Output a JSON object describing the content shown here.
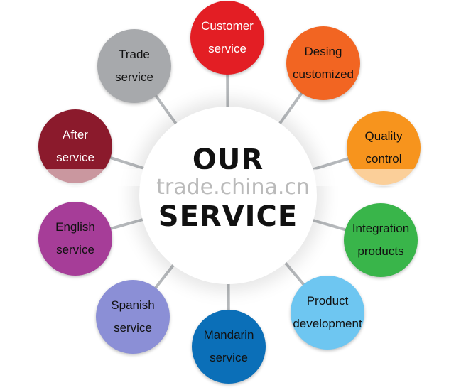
{
  "hub": {
    "line1": "OUR",
    "line2": "SERVICE"
  },
  "watermark": "trade.china.cn",
  "nodes": [
    {
      "id": "customer-service",
      "line1": "Customer",
      "line2": "service",
      "color": "#e31e24",
      "text_color": "#ffffff"
    },
    {
      "id": "desing-customized",
      "line1": "Desing",
      "line2": "customized",
      "color": "#f26522",
      "text_color": "#111111"
    },
    {
      "id": "quality-control",
      "line1": "Quality",
      "line2": "control",
      "color": "#f7941d",
      "text_color": "#111111"
    },
    {
      "id": "integration-products",
      "line1": "Integration",
      "line2": "products",
      "color": "#39b54a",
      "text_color": "#111111"
    },
    {
      "id": "product-development",
      "line1": "Product",
      "line2": "development",
      "color": "#6ec6f1",
      "text_color": "#111111"
    },
    {
      "id": "mandarin-service",
      "line1": "Mandarin",
      "line2": "service",
      "color": "#0b6fb8",
      "text_color": "#111111"
    },
    {
      "id": "spanish-service",
      "line1": "Spanish",
      "line2": "service",
      "color": "#8b8fd6",
      "text_color": "#111111"
    },
    {
      "id": "english-service",
      "line1": "English",
      "line2": "service",
      "color": "#a63d98",
      "text_color": "#111111"
    },
    {
      "id": "after-service",
      "line1": "After",
      "line2": "service",
      "color": "#8b1a2c",
      "text_color": "#ffffff"
    },
    {
      "id": "trade-service",
      "line1": "Trade",
      "line2": "service",
      "color": "#a7a9ac",
      "text_color": "#111111"
    }
  ]
}
